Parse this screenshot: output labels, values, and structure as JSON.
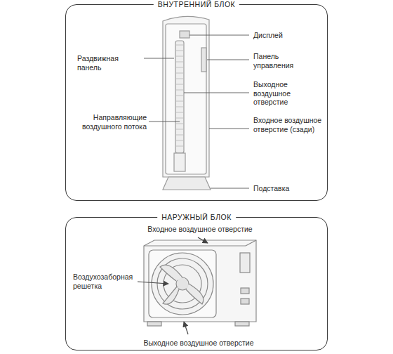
{
  "diagram": {
    "nodes": [
      {
        "text": [
          "ВНУТРЕННИЙ БЛОК"
        ]
      },
      {
        "text": [
          "НАРУЖНЫЙ БЛОК"
        ]
      }
    ],
    "labels": [
      "Дисплей",
      "Раздвижная панель",
      "Панель управления",
      "Выходное воздушное отверстие",
      "Направляющие воздушного потока",
      "Входное воздушное отверстие (сзади)",
      "Подставка",
      "Входное воздушное отверстие",
      "Воздухозаборная решетка",
      "Выходное воздушное отверстие"
    ]
  }
}
